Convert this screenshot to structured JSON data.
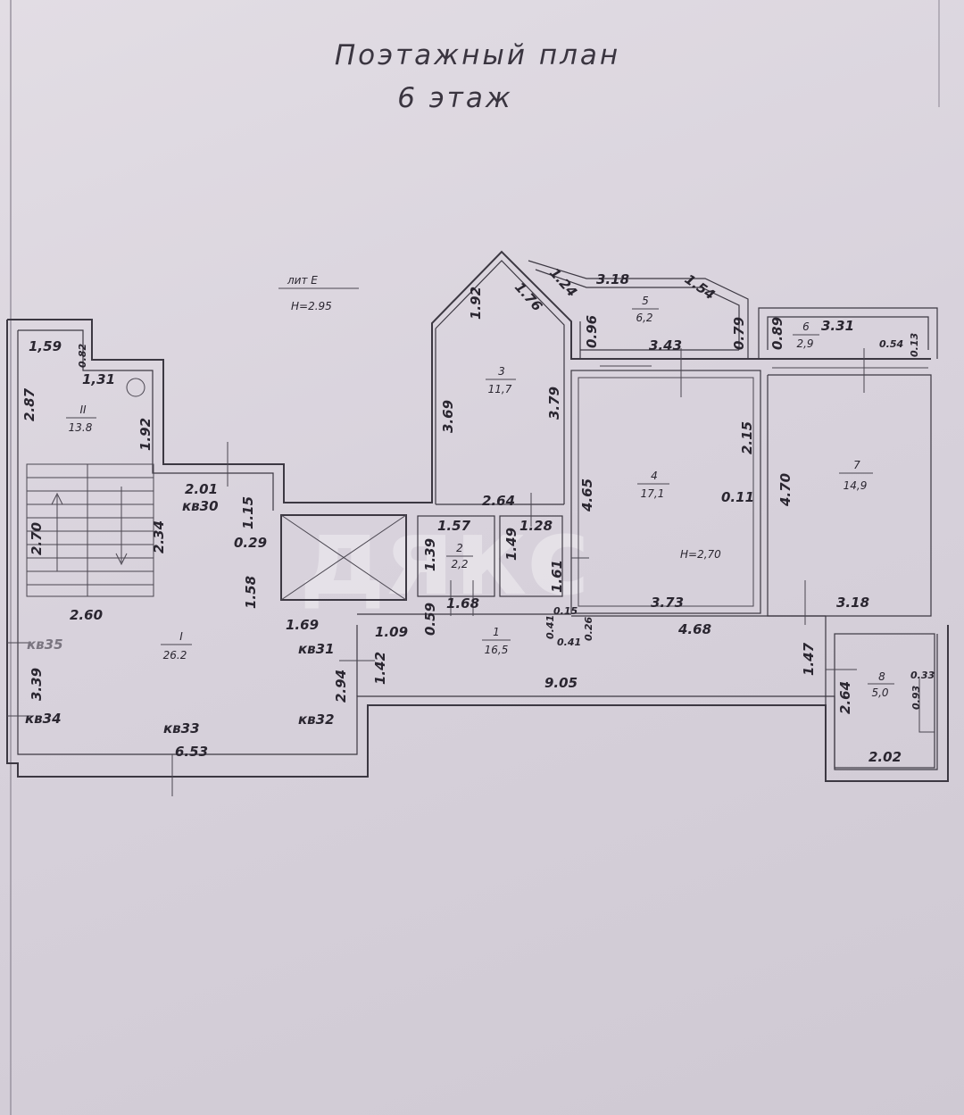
{
  "title": {
    "line1": "Поэтажный план",
    "line2": "6 этаж"
  },
  "header": {
    "lit": "лит Е",
    "height": "H=2.95"
  },
  "watermark": "дякс",
  "rooms": [
    {
      "id": "room-II",
      "number": "II",
      "area": "13.8"
    },
    {
      "id": "room-I",
      "number": "I",
      "area": "26.2"
    },
    {
      "id": "room-1",
      "number": "1",
      "area": "16,5"
    },
    {
      "id": "room-2",
      "number": "2",
      "area": "2,2"
    },
    {
      "id": "room-3",
      "number": "3",
      "area": "11,7"
    },
    {
      "id": "room-4",
      "number": "4",
      "area": "17,1"
    },
    {
      "id": "room-5",
      "number": "5",
      "area": "6,2"
    },
    {
      "id": "room-6",
      "number": "6",
      "area": "2,9"
    },
    {
      "id": "room-7",
      "number": "7",
      "area": "14,9"
    },
    {
      "id": "room-8",
      "number": "8",
      "area": "5,0"
    }
  ],
  "room4_height": "H=2,70",
  "apartments": [
    "кв30",
    "кв31",
    "кв32",
    "кв33",
    "кв34",
    "кв35"
  ],
  "dimensions": [
    "1,59",
    "0.82",
    "1,31",
    "2.87",
    "1.92",
    "2.01",
    "1.15",
    "2.70",
    "2.34",
    "0.29",
    "1.58",
    "2.60",
    "1.69",
    "3.39",
    "6.53",
    "2.94",
    "1.42",
    "1.09",
    "0.59",
    "1.68",
    "1.57",
    "1.39",
    "1.49",
    "1.28",
    "2.64",
    "1.61",
    "0.15",
    "0.41",
    "0.41",
    "0.26",
    "3.73",
    "4.68",
    "9.05",
    "1.92",
    "1.76",
    "1.24",
    "3.18",
    "1.54",
    "3.69",
    "3.79",
    "0.96",
    "3.43",
    "0.79",
    "0.89",
    "3.31",
    "0.54",
    "0.13",
    "4.65",
    "2.15",
    "0.11",
    "4.70",
    "3.18",
    "1.47",
    "2.64",
    "0.93",
    "0.33",
    "2.02"
  ]
}
